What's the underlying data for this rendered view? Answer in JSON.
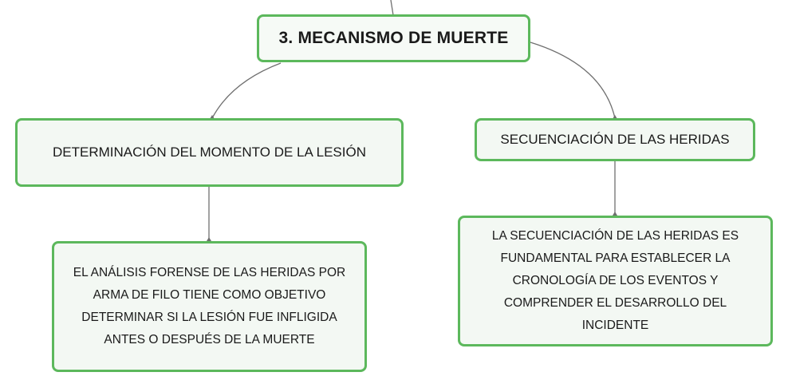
{
  "root": {
    "label": "3. MECANISMO DE MUERTE"
  },
  "branches": [
    {
      "topic": "DETERMINACIÓN DEL MOMENTO DE LA LESIÓN",
      "detail": "EL ANÁLISIS FORENSE DE LAS HERIDAS POR ARMA DE FILO TIENE COMO OBJETIVO DETERMINAR SI LA LESIÓN FUE INFLIGIDA ANTES O DESPUÉS DE LA MUERTE"
    },
    {
      "topic": "SECUENCIACIÓN DE LAS HERIDAS",
      "detail": "LA SECUENCIACIÓN DE LAS HERIDAS ES FUNDAMENTAL PARA ESTABLECER LA CRONOLOGÍA DE LOS EVENTOS Y COMPRENDER EL DESARROLLO DEL INCIDENTE"
    }
  ],
  "colors": {
    "node_border": "#5cb85c",
    "node_fill": "#f3f8f3",
    "connector": "#6f6f6f",
    "text": "#1a1a1a"
  }
}
